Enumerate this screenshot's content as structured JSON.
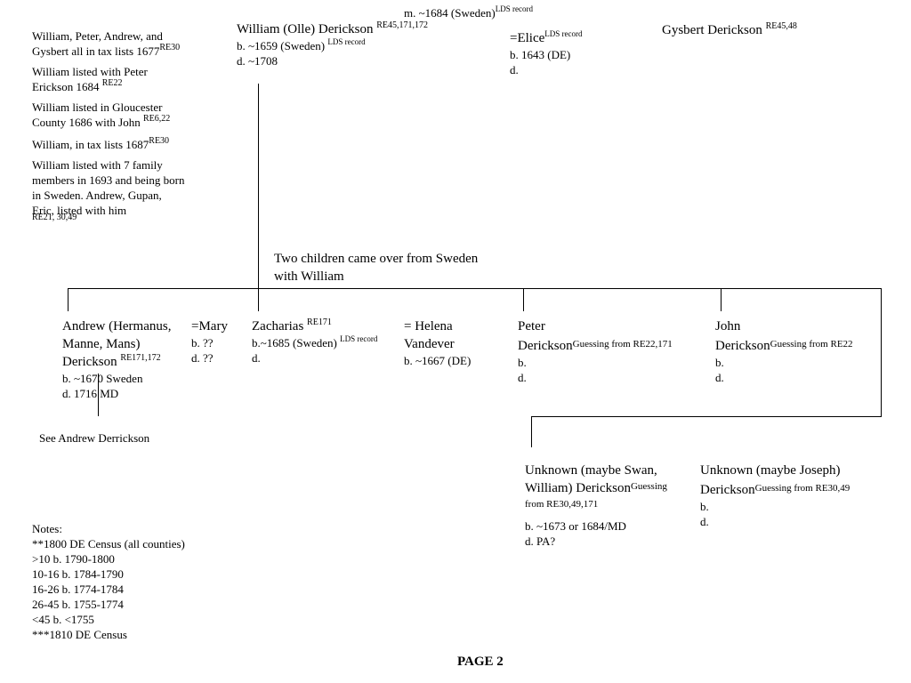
{
  "marriage": {
    "text": "m. ~1684 (Sweden)",
    "sup": "LDS record"
  },
  "william": {
    "name": "William (Olle) Derickson ",
    "name_sup": "RE45,171,172",
    "born": "b. ~1659 (Sweden) ",
    "born_sup": "LDS record",
    "died": "d. ~1708"
  },
  "elice": {
    "name": "=Elice",
    "name_sup": "LDS record",
    "born": "b. 1643 (DE)",
    "died": "d."
  },
  "gysbert": {
    "name": "Gysbert Derickson ",
    "sup": "RE45,48"
  },
  "left_notes": [
    {
      "text": "William, Peter, Andrew, and Gysbert all in tax lists 1677",
      "sup": "RE30"
    },
    {
      "text": "William listed with Peter Erickson 1684 ",
      "sup": "RE22"
    },
    {
      "text": "William listed in Gloucester County 1686 with John ",
      "sup": "RE6,22"
    },
    {
      "text": "William, in tax lists 1687",
      "sup": "RE30"
    },
    {
      "text": "William listed with 7 family members in 1693 and being born in Sweden.  Andrew, Gupan, Eric, listed with him",
      "sup": "RE21, 30,49"
    }
  ],
  "two_children": "Two children came over from Sweden with William",
  "andrew": {
    "name": "Andrew (Hermanus, Manne, Mans) Derickson ",
    "sup": "RE171,172",
    "born": "b. ~1670 Sweden",
    "died": "d. 1716 MD"
  },
  "mary": {
    "name": "=Mary",
    "born": "b. ??",
    "died": "d. ??"
  },
  "zacharias": {
    "name": "Zacharias ",
    "name_sup": "RE171",
    "born": "b.~1685 (Sweden) ",
    "born_sup": "LDS record",
    "died": "d."
  },
  "helena": {
    "name": "= Helena Vandever",
    "born": "b. ~1667 (DE)"
  },
  "peter": {
    "first": "Peter",
    "last": "Derickson",
    "sup": "Guessing from RE22,171",
    "born": "b.",
    "died": "d."
  },
  "john": {
    "first": "John",
    "last": "Derickson",
    "sup": "Guessing from RE22",
    "born": "b.",
    "died": "d."
  },
  "see_andrew": "See Andrew Derrickson",
  "unknown_swan": {
    "name": "Unknown (maybe Swan, William) Derickson",
    "sup": "Guessing from RE30,49,171",
    "born": "b. ~1673 or 1684/MD",
    "died": "d. PA?"
  },
  "unknown_joseph": {
    "name": "Unknown (maybe Joseph) Derickson",
    "sup": "Guessing from RE30,49",
    "born": "b.",
    "died": "d."
  },
  "notes": {
    "title": "Notes:",
    "lines": [
      "**1800 DE Census (all counties)",
      ">10 b. 1790-1800",
      "10-16 b. 1784-1790",
      "16-26 b. 1774-1784",
      "26-45 b. 1755-1774",
      "<45 b. <1755",
      "***1810 DE Census"
    ]
  },
  "page_label": "PAGE 2"
}
